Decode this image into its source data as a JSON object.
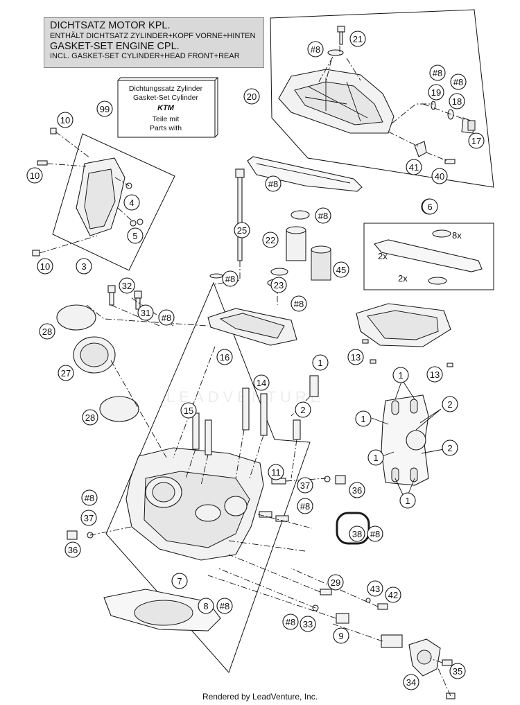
{
  "note": {
    "line1": "DICHTSATZ MOTOR KPL.",
    "line2": "ENTHÄLT DICHTSATZ ZYLINDER+KOPF VORNE+HINTEN",
    "line3": "GASKET-SET ENGINE CPL.",
    "line4": "INCL. GASKET-SET CYLINDER+HEAD FRONT+REAR"
  },
  "kit_box": {
    "line1": "Dichtungssatz Zylinder",
    "line2": "Gasket-Set Cylinder",
    "brand": "KTM",
    "line3": "Teile mit",
    "line4": "Parts with",
    "ref": "#8"
  },
  "qty_labels": {
    "q8x": "8x",
    "q2x_a": "2x",
    "q2x_b": "2x"
  },
  "callouts": [
    "1",
    "2",
    "3",
    "4",
    "5",
    "6",
    "7",
    "8",
    "9",
    "10",
    "11",
    "13",
    "14",
    "15",
    "16",
    "17",
    "18",
    "19",
    "20",
    "21",
    "22",
    "23",
    "25",
    "27",
    "28",
    "29",
    "31",
    "32",
    "33",
    "34",
    "35",
    "36",
    "37",
    "38",
    "40",
    "41",
    "42",
    "43",
    "45",
    "99",
    "#8"
  ],
  "watermark": "LEADVENTURE",
  "footer": "Rendered by LeadVenture, Inc."
}
